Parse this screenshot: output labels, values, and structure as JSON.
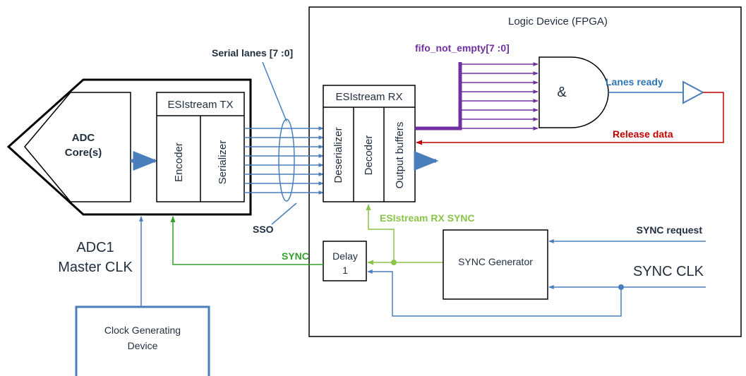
{
  "fpga": {
    "title": "Logic Device (FPGA)"
  },
  "adc": {
    "core_line1": "ADC",
    "core_line2": "Core(s)",
    "tx_title": "ESIstream TX",
    "encoder": "Encoder",
    "serializer": "Serializer",
    "caption_line1": "ADC1",
    "caption_line2": "Master CLK"
  },
  "rx": {
    "title": "ESIstream RX",
    "deserializer": "Deserializer",
    "decoder": "Decoder",
    "output_buffers": "Output buffers"
  },
  "labels": {
    "serial_lanes": "Serial lanes [7 :0]",
    "fifo": "fifo_not_empty[7 :0]",
    "and_symbol": "&",
    "lanes_ready": "Lanes ready",
    "release_data": "Release data",
    "rx_sync": "ESIstream RX SYNC",
    "sso": "SSO",
    "sync": "SYNC",
    "delay_line1": "Delay",
    "delay_line2": "1",
    "sync_generator": "SYNC Generator",
    "sync_request": "SYNC request",
    "sync_clk": "SYNC CLK",
    "clock_gen_line1": "Clock Generating",
    "clock_gen_line2": "Device"
  },
  "colors": {
    "blue": "#4a7ebb",
    "purple": "#7030a0",
    "green": "#33a02c",
    "light_green": "#8bc34a",
    "red": "#c00000",
    "lanes_ready_blue": "#2e75b6"
  }
}
